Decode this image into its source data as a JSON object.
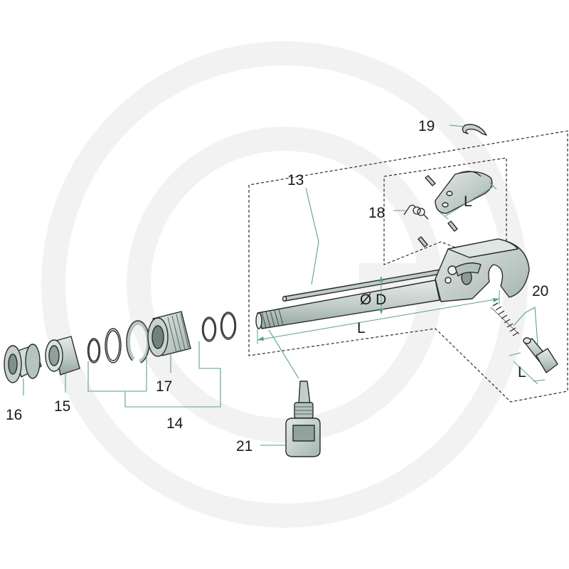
{
  "colors": {
    "part_fill": "#c9d3cf",
    "part_shade": "#9fb0aa",
    "part_light": "#e2e8e5",
    "leader": "#5aa37d",
    "watermark": "#f1f1f1"
  },
  "watermark_icon": "granit-logo-watermark",
  "callouts": {
    "c13": "13",
    "c14": "14",
    "c15": "15",
    "c16": "16",
    "c17": "17",
    "c18": "18",
    "c19": "19",
    "c20": "20",
    "c21": "21"
  },
  "dimensions": {
    "diameter": "Ø D",
    "length_main": "L",
    "length_hook": "L",
    "length_pin": "L"
  }
}
